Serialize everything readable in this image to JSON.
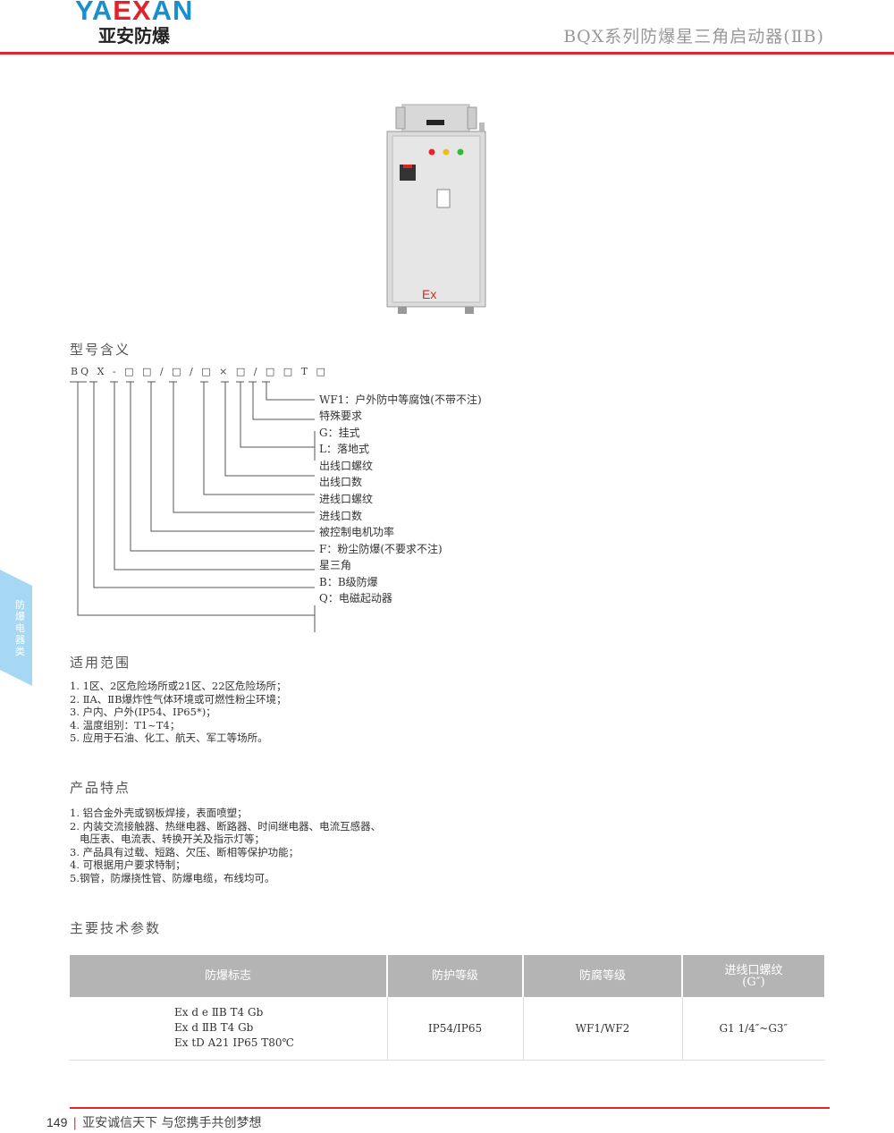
{
  "header": {
    "logo_en_a": "YA",
    "logo_en_b": "EX",
    "logo_en_c": "AN",
    "logo_cn": "亚安防爆",
    "title": "BQX系列防爆星三角启动器(ⅡB)"
  },
  "side_tab": "防爆电器类",
  "product_image": {
    "marking": "Ex"
  },
  "model": {
    "heading": "型号含义",
    "code": "BQ X - □ □ / □ / □ × □ / □ □ T □",
    "labels": [
      "WF1：户外防中等腐蚀(不带不注)",
      "特殊要求",
      "G：挂式",
      "L：落地式",
      "出线口螺纹",
      "出线口数",
      "进线口螺纹",
      "进线口数",
      "被控制电机功率",
      "F：粉尘防爆(不要求不注)",
      "星三角",
      "B：B级防爆",
      "Q：电磁起动器"
    ]
  },
  "scope": {
    "heading": "适用范围",
    "items": [
      "1. 1区、2区危险场所或21区、22区危险场所；",
      "2. ⅡA、ⅡB爆炸性气体环境或可燃性粉尘环境；",
      "3. 户内、户外(IP54、IP65*)；",
      "4. 温度组别：T1~T4；",
      "5. 应用于石油、化工、航天、军工等场所。"
    ]
  },
  "features": {
    "heading": "产品特点",
    "items": [
      "1. 铝合金外壳或钢板焊接，表面喷塑；",
      "2. 内装交流接触器、热继电器、断路器、时间继电器、电流互感器、",
      "   电压表、电流表、转换开关及指示灯等；",
      "3. 产品具有过载、短路、欠压、断相等保护功能；",
      "4. 可根据用户要求特制；",
      "5.钢管，防爆挠性管、防爆电缆，布线均可。"
    ]
  },
  "params": {
    "heading": "主要技术参数",
    "headers": [
      "防爆标志",
      "防护等级",
      "防腐等级",
      "进线口螺纹",
      "(G″)"
    ],
    "marks": [
      "Ex d e ⅡB T4 Gb",
      "Ex d ⅡB T4 Gb",
      "Ex tD A21 IP65 T80℃"
    ],
    "ip": "IP54/IP65",
    "anticorrosion": "WF1/WF2",
    "thread": "G1 1/4″~G3″"
  },
  "footer": {
    "page": "149",
    "slogan": "亚安诚信天下 与您携手共创梦想"
  }
}
